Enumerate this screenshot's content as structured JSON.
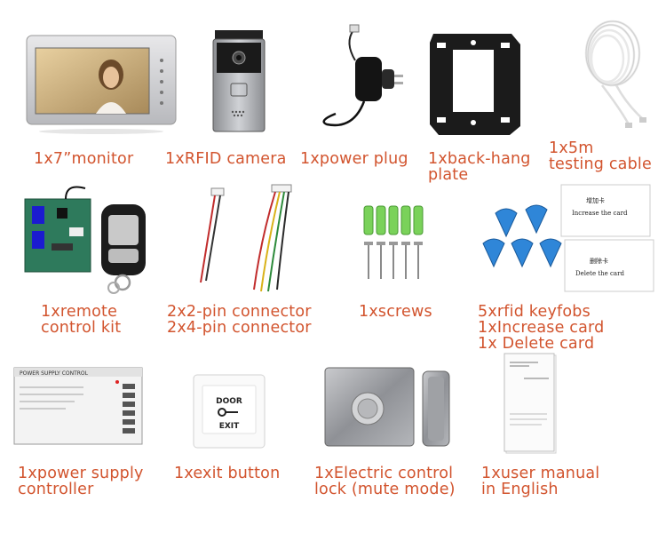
{
  "items": [
    {
      "lines": [
        "1x7”monitor"
      ]
    },
    {
      "lines": [
        "1xRFID camera"
      ]
    },
    {
      "lines": [
        "1xpower plug"
      ]
    },
    {
      "lines": [
        "1xback-hang",
        "plate"
      ]
    },
    {
      "lines": [
        "1x5m",
        "testing cable"
      ]
    },
    {
      "lines": [
        "1xremote",
        "control kit"
      ]
    },
    {
      "lines": [
        "2x2-pin connector",
        "2x4-pin connector"
      ]
    },
    {
      "lines": [
        "1xscrews"
      ]
    },
    {
      "lines": [
        "5xrfid keyfobs",
        "1xIncrease card",
        "1x Delete card"
      ]
    },
    {
      "lines": [
        "1xpower supply",
        "controller"
      ]
    },
    {
      "lines": [
        "1xexit button"
      ]
    },
    {
      "lines": [
        "1xElectric control",
        "lock (mute mode)"
      ]
    },
    {
      "lines": [
        "1xuser manual",
        "in English"
      ]
    }
  ],
  "labels": {
    "increase_card_cn": "增加卡",
    "increase_card_en": "Increase the card",
    "delete_card_cn": "删除卡",
    "delete_card_en": "Delete the card",
    "exit_top": "DOOR",
    "exit_bottom": "EXIT",
    "psu_title": "POWER SUPPLY CONTROL"
  },
  "colors": {
    "caption": "#d2542e"
  }
}
